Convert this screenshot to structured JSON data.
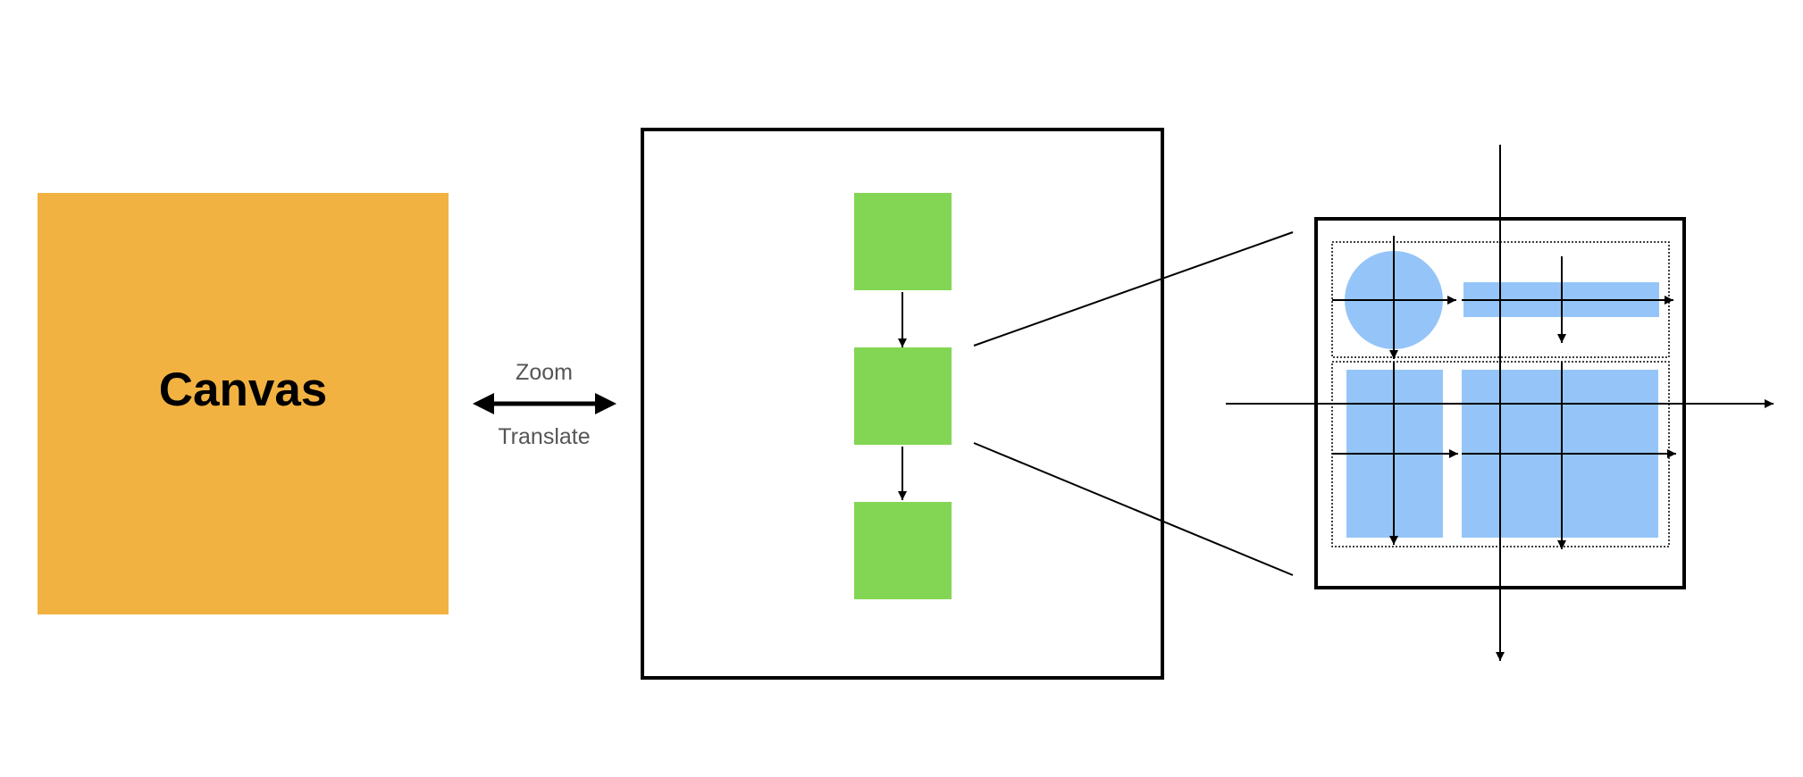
{
  "canvas": {
    "title": "Canvas",
    "fill": "#F2B241"
  },
  "transform": {
    "top_label": "Zoom",
    "bottom_label": "Translate"
  },
  "colors": {
    "green_node": "#83D653",
    "blue_shape": "#95C5F8",
    "frame": "#000000"
  }
}
